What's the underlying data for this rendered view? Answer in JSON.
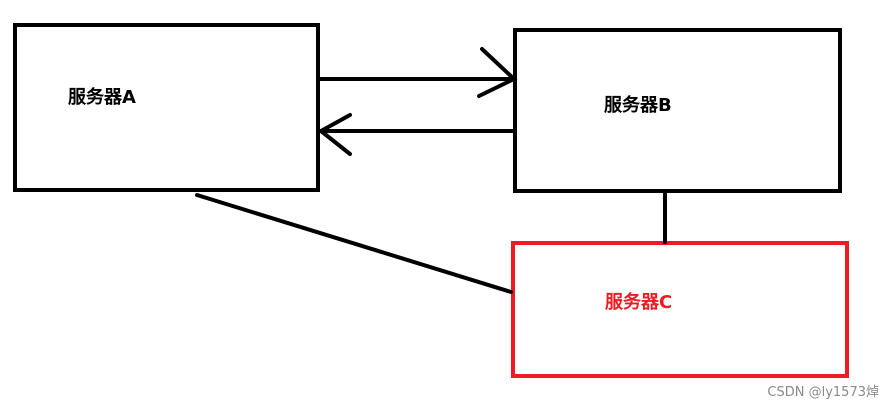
{
  "nodes": {
    "a": {
      "label": "服务器A",
      "color": "#000000"
    },
    "b": {
      "label": "服务器B",
      "color": "#000000"
    },
    "c": {
      "label": "服务器C",
      "color": "#ed1c24"
    }
  },
  "edges": [
    {
      "from": "a",
      "to": "b",
      "style": "arrow"
    },
    {
      "from": "b",
      "to": "a",
      "style": "arrow"
    },
    {
      "from": "b",
      "to": "c",
      "style": "line"
    },
    {
      "from": "a",
      "to": "c",
      "style": "line"
    }
  ],
  "watermark": "CSDN @ly1573焯"
}
